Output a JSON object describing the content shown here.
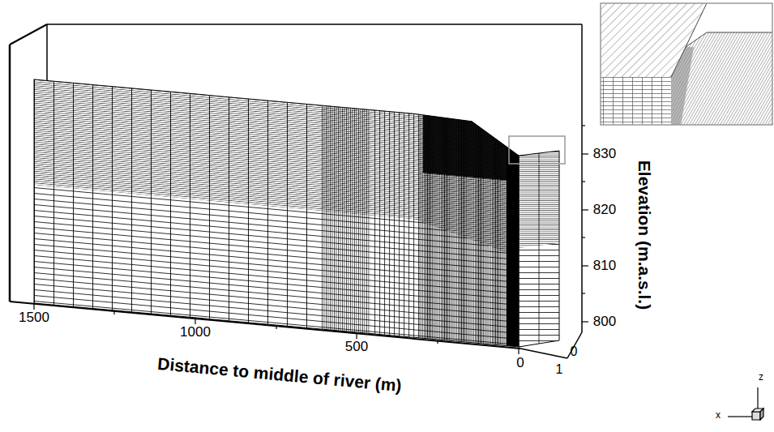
{
  "diagram": {
    "labels": [
      "1500",
      "1000",
      "500",
      "0",
      "Distance to middle of river (m)",
      "830",
      "820",
      "810",
      "800",
      "Elevation (m.a.s.l.)",
      "0",
      "1",
      "x",
      "z"
    ]
  }
}
